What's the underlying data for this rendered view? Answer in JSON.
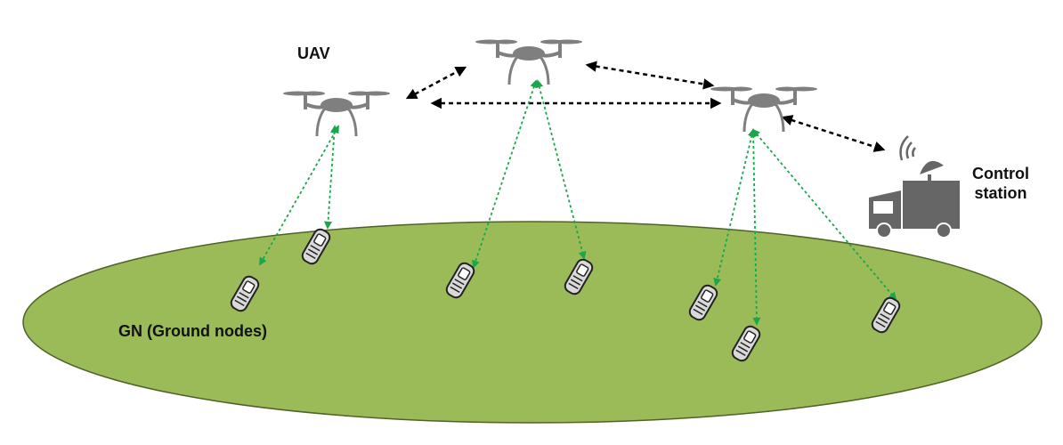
{
  "labels": {
    "uav": "UAV",
    "ground_nodes": "GN (Ground nodes)",
    "control_station_line1": "Control",
    "control_station_line2": "station"
  },
  "colors": {
    "ground": "#9bbb59",
    "ground_stroke": "#4f6228",
    "drone": "#7f7f7f",
    "truck": "#666666",
    "phone_fill": "#d9d9d9",
    "phone_stroke": "#222222",
    "uav_link": "#000000",
    "ground_link": "#1aa64a"
  },
  "icons": {
    "uav": "quadcopter-drone-icon",
    "ground_node": "mobile-phone-icon",
    "control_station": "satellite-truck-icon"
  }
}
